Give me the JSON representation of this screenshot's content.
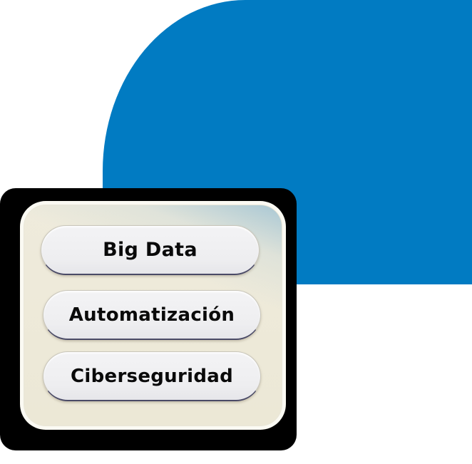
{
  "colors": {
    "blue_shape": "#017bc2",
    "card_background": "#ece8d6",
    "card_border": "#fbfaf3",
    "card_shadow": "#000000",
    "pill_background": "#f0f0f2",
    "pill_text": "#0a0a0a"
  },
  "menu": {
    "items": [
      {
        "label": "Big Data"
      },
      {
        "label": "Automatización"
      },
      {
        "label": "Ciberseguridad"
      }
    ]
  }
}
